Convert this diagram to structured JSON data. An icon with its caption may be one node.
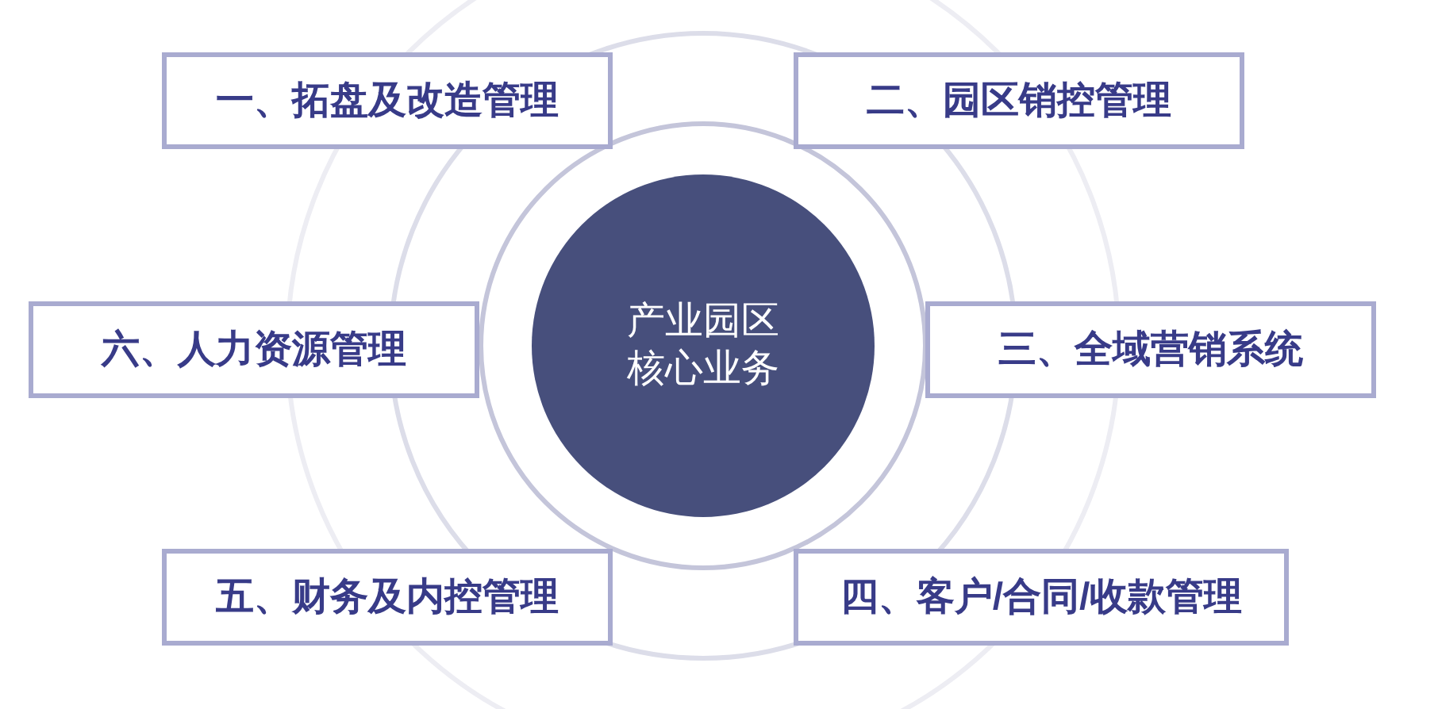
{
  "diagram": {
    "nodes": [
      {
        "text": [
          "一、拓盘及改造管理"
        ]
      },
      {
        "text": [
          "二、园区销控管理"
        ]
      },
      {
        "text": [
          "六、人力资源管理"
        ]
      },
      {
        "text": [
          "产业园区核心业务"
        ]
      },
      {
        "text": [
          "三、全域营销系统"
        ]
      },
      {
        "text": [
          "五、财务及内控管理"
        ]
      },
      {
        "text": [
          "四、客户/合同/收款管理"
        ]
      }
    ]
  }
}
